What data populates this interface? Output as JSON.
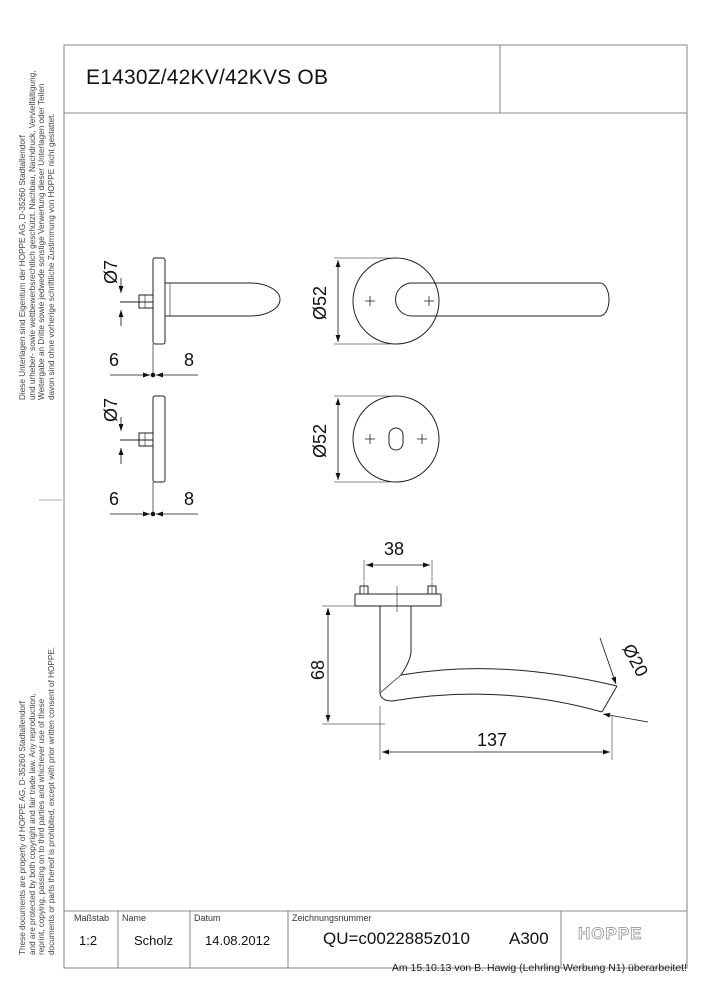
{
  "title": "E1430Z/42KV/42KVS OB",
  "side_note_de": [
    "Diese Unterlagen sind Eigentum der  HOPPE AG, D-35260 Stadtallendorf",
    "und urheber- sowie wettbewerbsrechtlich geschützt. Nachbau, Nachdruck, Vervielfältigung,",
    "Weitergabe an Dritte sowie jedwede sonstige Verwertung dieser Unterlagen oder Teilen",
    "davon sind ohne vorherige schriftliche Zustimmung von HOPPE nicht gestattet."
  ],
  "side_note_en": [
    "These documents are property of HOPPE AG, D-35260 Stadtallendorf",
    "and are protected by both copyright and fair trade law. Any reproduction,",
    "reprint, copying, passing on to third parties and whichever use of these",
    "documents or parts thereof is prohibited, except with prior written consent of HOPPE."
  ],
  "dims": {
    "d7_top": "Ø7",
    "d6_top": "6",
    "d8_top": "8",
    "d7_bot": "Ø7",
    "d6_bot": "6",
    "d8_bot": "8",
    "d52_rose": "Ø52",
    "d52_escutcheon": "Ø52",
    "d38": "38",
    "d68": "68",
    "d20": "Ø20",
    "d137": "137"
  },
  "title_block": {
    "scale_label": "Maßstab",
    "scale": "1:2",
    "name_label": "Name",
    "name": "Scholz",
    "date_label": "Datum",
    "date": "14.08.2012",
    "drawing_number_label": "Zeichnungsnummer",
    "drawing_number": "QU=c0022885z010",
    "format": "A300",
    "logo": "HOPPE"
  },
  "footer": "Am 15.10.13 von B. Hawig (Lehrling Werbung N1) überarbeitet!"
}
